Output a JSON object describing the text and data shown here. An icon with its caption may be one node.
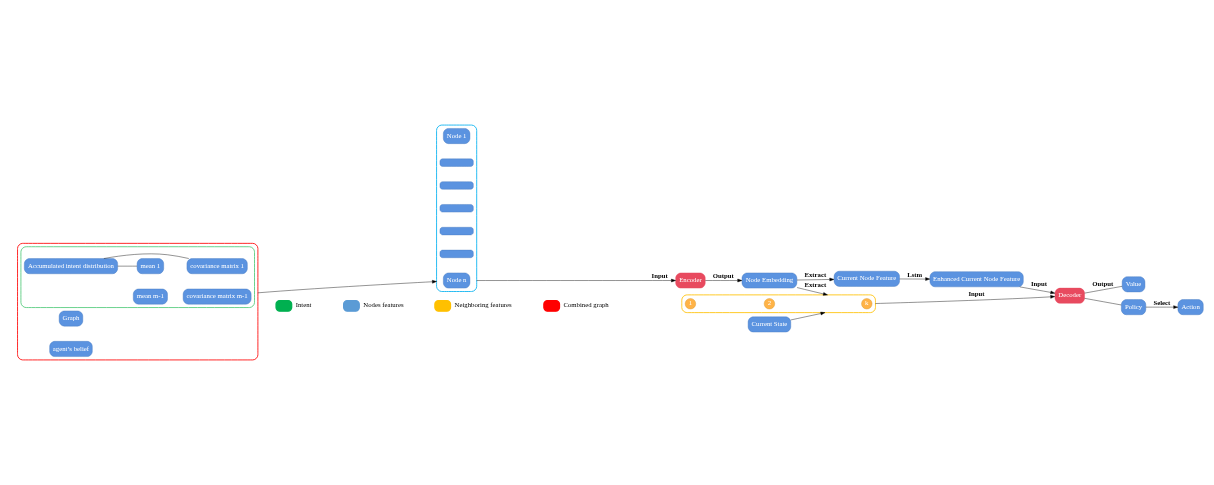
{
  "diagram": {
    "nodes": [
      {
        "text": [],
        "shape": "box"
      },
      {
        "text": [
          "Graph"
        ],
        "in": 0
      },
      {
        "text": [
          "agent’s belief"
        ],
        "in": 0
      },
      {
        "text": [],
        "shape": "box",
        "in": 0
      },
      {
        "text": [
          "Accumulated intent distribution"
        ],
        "in": 3
      },
      {
        "text": [
          "mean 1"
        ],
        "in": 3
      },
      {
        "text": [
          "covariance matrix 1"
        ],
        "in": 3
      },
      {
        "text": [
          "mean m-1"
        ],
        "in": 3
      },
      {
        "text": [
          "covariance matrix m-1"
        ],
        "in": 3
      },
      {
        "text": [],
        "shape": "box"
      },
      {
        "text": [
          "Node 1"
        ],
        "in": 9
      },
      {
        "text": [],
        "shape": "bar",
        "in": 9
      },
      {
        "text": [],
        "shape": "bar",
        "in": 9
      },
      {
        "text": [],
        "shape": "bar",
        "in": 9
      },
      {
        "text": [],
        "shape": "bar",
        "in": 9
      },
      {
        "text": [],
        "shape": "bar",
        "in": 9
      },
      {
        "text": [
          "Node n"
        ],
        "in": 9
      },
      {
        "text": [
          "Encoder"
        ]
      },
      {
        "text": [
          "Node Embedding"
        ]
      },
      {
        "text": [],
        "shape": "box"
      },
      {
        "text": [
          "1"
        ],
        "in": 19
      },
      {
        "text": [
          "2"
        ],
        "in": 19
      },
      {
        "text": [
          "k"
        ],
        "in": 19
      },
      {
        "text": [
          "Current State"
        ]
      },
      {
        "text": [
          "Current Node Feature"
        ]
      },
      {
        "text": [
          "Enhanced Current Node Feature"
        ]
      },
      {
        "text": [
          "Decoder"
        ]
      },
      {
        "text": [
          "Value"
        ]
      },
      {
        "text": [
          "Policy"
        ]
      },
      {
        "text": [
          "Action"
        ]
      }
    ],
    "edges": [
      {
        "from": 4,
        "to": 5,
        "arrow": "none"
      },
      {
        "from": 4,
        "to": 6,
        "arrow": "none"
      },
      {
        "from": 0,
        "to": 9,
        "arrow": "to"
      },
      {
        "from": 9,
        "to": 17,
        "arrow": "to",
        "label": "Input"
      },
      {
        "from": 17,
        "to": 18,
        "arrow": "to",
        "label": "Output"
      },
      {
        "from": 18,
        "to": 19,
        "arrow": "to",
        "label": "Extract"
      },
      {
        "from": 23,
        "to": 19,
        "arrow": "to"
      },
      {
        "from": 18,
        "to": 24,
        "arrow": "to",
        "label": "Extract"
      },
      {
        "from": 24,
        "to": 25,
        "arrow": "to",
        "label": "Lstm"
      },
      {
        "from": 19,
        "to": 26,
        "arrow": "to",
        "label": "Input"
      },
      {
        "from": 25,
        "to": 26,
        "arrow": "to",
        "label": "Input"
      },
      {
        "from": 26,
        "to": 27,
        "arrow": "none",
        "label": "Output"
      },
      {
        "from": 26,
        "to": 28,
        "arrow": "none"
      },
      {
        "from": 28,
        "to": 29,
        "arrow": "to",
        "label": "Select"
      }
    ],
    "legend": [
      {
        "text": "Intent",
        "color": "#00b050"
      },
      {
        "text": "Nodes features",
        "color": "#5b9bd5"
      },
      {
        "text": "Neighboring features",
        "color": "#ffc000"
      },
      {
        "text": "Combined graph",
        "color": "#ff0000"
      }
    ]
  }
}
